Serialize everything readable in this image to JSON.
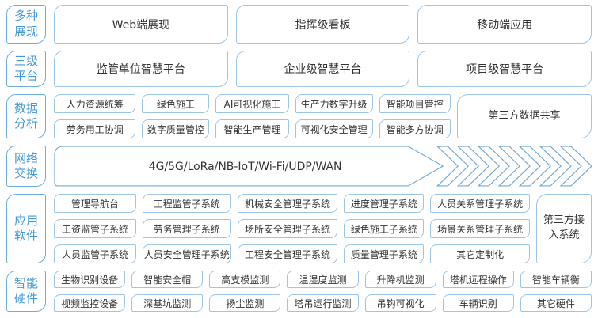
{
  "colors": {
    "accent": "#4399D8",
    "label_border": "#6FAEDC",
    "box_border": "#9CC5E8",
    "text_dark": "#333333",
    "chevron": "#74A8D4"
  },
  "rows": [
    {
      "label": "多种展现",
      "boxes": [
        "Web端展现",
        "指挥级看板",
        "移动端应用"
      ]
    },
    {
      "label": "三级平台",
      "boxes": [
        "监管单位智慧平台",
        "企业级智慧平台",
        "项目级智慧平台"
      ]
    },
    {
      "label": "数据分析",
      "grid": [
        "人力资源统筹",
        "绿色施工",
        "AI可视化施工",
        "生产力数字升级",
        "智能项目管控",
        "劳务用工协调",
        "数字质量管控",
        "智能生产管理",
        "可视化安全管理",
        "智能多方协调"
      ],
      "side_box": "第三方数据共享"
    },
    {
      "label": "网络交换",
      "arrow_text": "4G/5G/LoRa/NB-IoT/Wi-Fi/UDP/WAN"
    },
    {
      "label": "应用软件",
      "grid": [
        "管理导航台",
        "工程监管子系统",
        "机械安全管理子系统",
        "进度管理子系统",
        "人员关系管理子系统",
        "工资监管子系统",
        "劳务管理子系统",
        "场所安全管理子系统",
        "绿色施工子系统",
        "场景关系管理子系统",
        "人员监管子系统",
        "人员安全管理子系统",
        "工程安全管理子系统",
        "质量管理子系统",
        "其它定制化"
      ],
      "side_box": "第三方接入系统"
    },
    {
      "label": "智能硬件",
      "grid": [
        "生物识别设备",
        "智能安全帽",
        "高支模监测",
        "温湿度监测",
        "升降机监测",
        "塔机远程操作",
        "智能车辆衡",
        "视频监控设备",
        "深基坑监测",
        "扬尘监测",
        "塔吊运行监测",
        "吊钩可视化",
        "车辆识别",
        "其它硬件"
      ]
    }
  ]
}
